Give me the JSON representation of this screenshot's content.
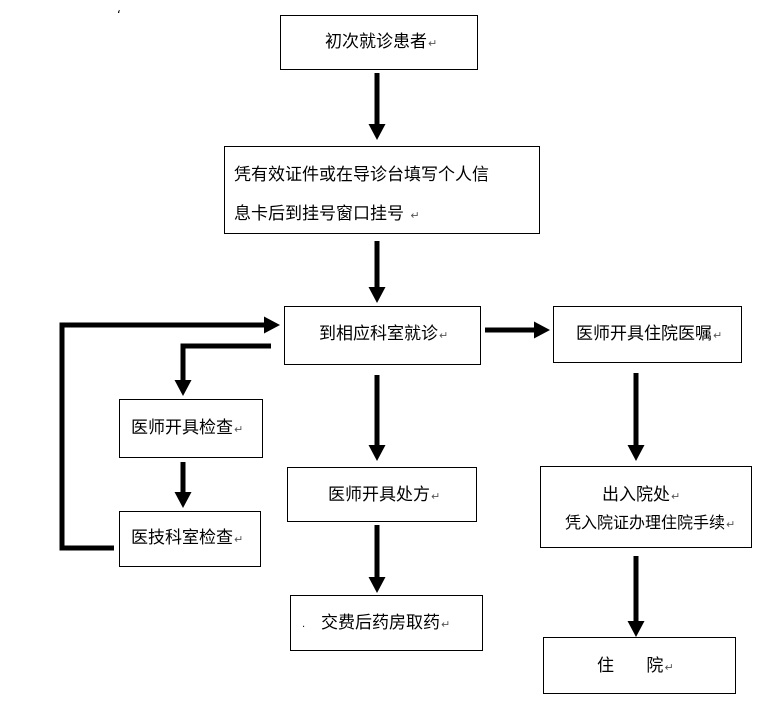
{
  "diagram": {
    "corner_mark": "‘",
    "para_mark": "↵",
    "nodes": {
      "first_visit": "初次就诊患者",
      "register_line1": "凭有效证件或在导诊台填写个人信",
      "register_line2": "息卡后到挂号窗口挂号",
      "department": "到相应科室就诊",
      "exam_order": "医师开具检查",
      "tech_exam": "医技科室检查",
      "prescription": "医师开具处方",
      "pharmacy_dot": ".",
      "pharmacy": "交费后药房取药",
      "admission_order": "医师开具住院医嘱",
      "admission_office_line1": "出入院处",
      "admission_office_line2": "凭入院证办理住院手续",
      "hospitalize": "住      院"
    }
  }
}
